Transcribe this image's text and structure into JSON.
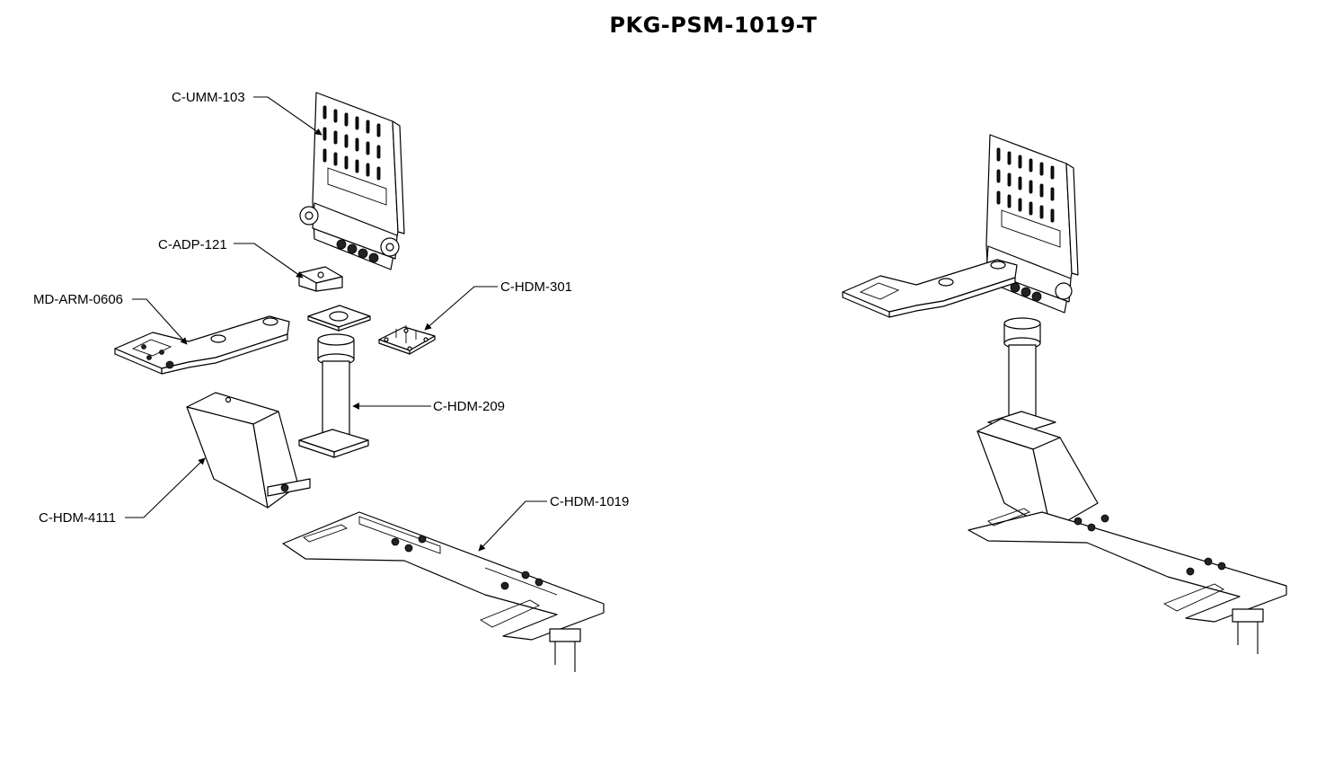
{
  "title": "PKG-PSM-1019-T",
  "callouts": {
    "c_umm_103": "C-UMM-103",
    "c_adp_121": "C-ADP-121",
    "md_arm_0606": "MD-ARM-0606",
    "c_hdm_301": "C-HDM-301",
    "c_hdm_209": "C-HDM-209",
    "c_hdm_4111": "C-HDM-4111",
    "c_hdm_1019": "C-HDM-1019"
  }
}
